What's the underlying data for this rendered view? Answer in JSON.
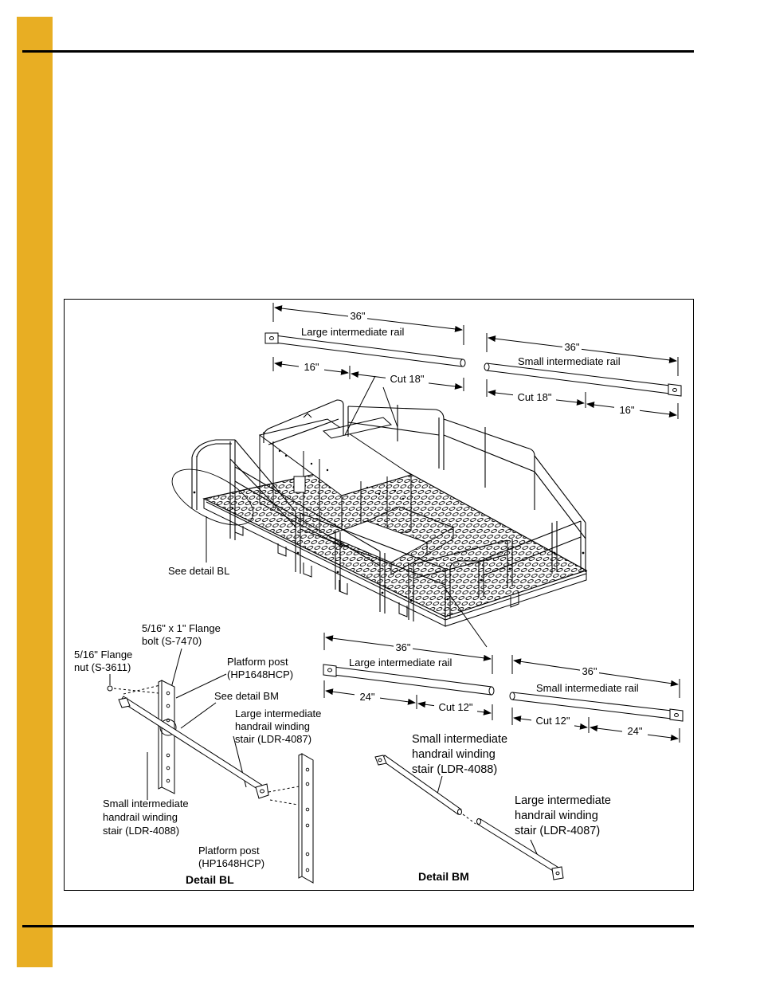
{
  "colors": {
    "accent_bar": "#E8AE23",
    "rule": "#000000"
  },
  "figure": {
    "top_left_rail": {
      "dim_total": "36\"",
      "name": "Large intermediate rail",
      "dim_a": "16\"",
      "dim_b": "Cut 18\""
    },
    "top_right_rail": {
      "dim_total": "36\"",
      "name": "Small intermediate rail",
      "dim_a": "Cut 18\"",
      "dim_b": "16\""
    },
    "bottom_left_rail": {
      "dim_total": "36\"",
      "name": "Large intermediate rail",
      "dim_a": "24\"",
      "dim_b": "Cut 12\""
    },
    "bottom_right_rail": {
      "dim_total": "36\"",
      "name": "Small intermediate rail",
      "dim_a": "Cut 12\"",
      "dim_b": "24\""
    },
    "see_detail_bl": "See detail BL",
    "see_detail_bm": "See detail BM",
    "detail_bl": {
      "title": "Detail BL",
      "bolt": [
        "5/16\" x 1\" Flange",
        "bolt (S-7470)"
      ],
      "nut": [
        "5/16\" Flange",
        "nut (S-3611)"
      ],
      "post_top": [
        "Platform post",
        "(HP1648HCP)"
      ],
      "large_handrail": [
        "Large intermediate",
        "handrail winding",
        "stair (LDR-4087)"
      ],
      "small_handrail": [
        "Small intermediate",
        "handrail winding",
        "stair (LDR-4088)"
      ],
      "post_bottom": [
        "Platform post",
        "(HP1648HCP)"
      ]
    },
    "detail_bm": {
      "title": "Detail BM",
      "small_handrail": [
        "Small intermediate",
        "handrail winding",
        "stair (LDR-4088)"
      ],
      "large_handrail": [
        "Large intermediate",
        "handrail winding",
        "stair (LDR-4087)"
      ]
    }
  }
}
